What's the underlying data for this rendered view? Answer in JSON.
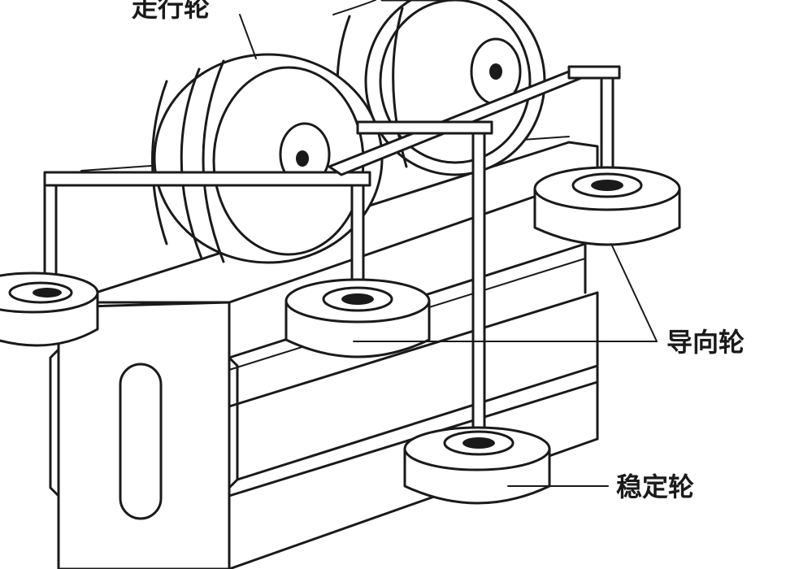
{
  "labels": {
    "running_wheel": "走行轮",
    "guide_wheel": "导向轮",
    "stabilizing_wheel": "稳定轮"
  },
  "colors": {
    "line": "#1a1a1a",
    "background": "#ffffff"
  }
}
